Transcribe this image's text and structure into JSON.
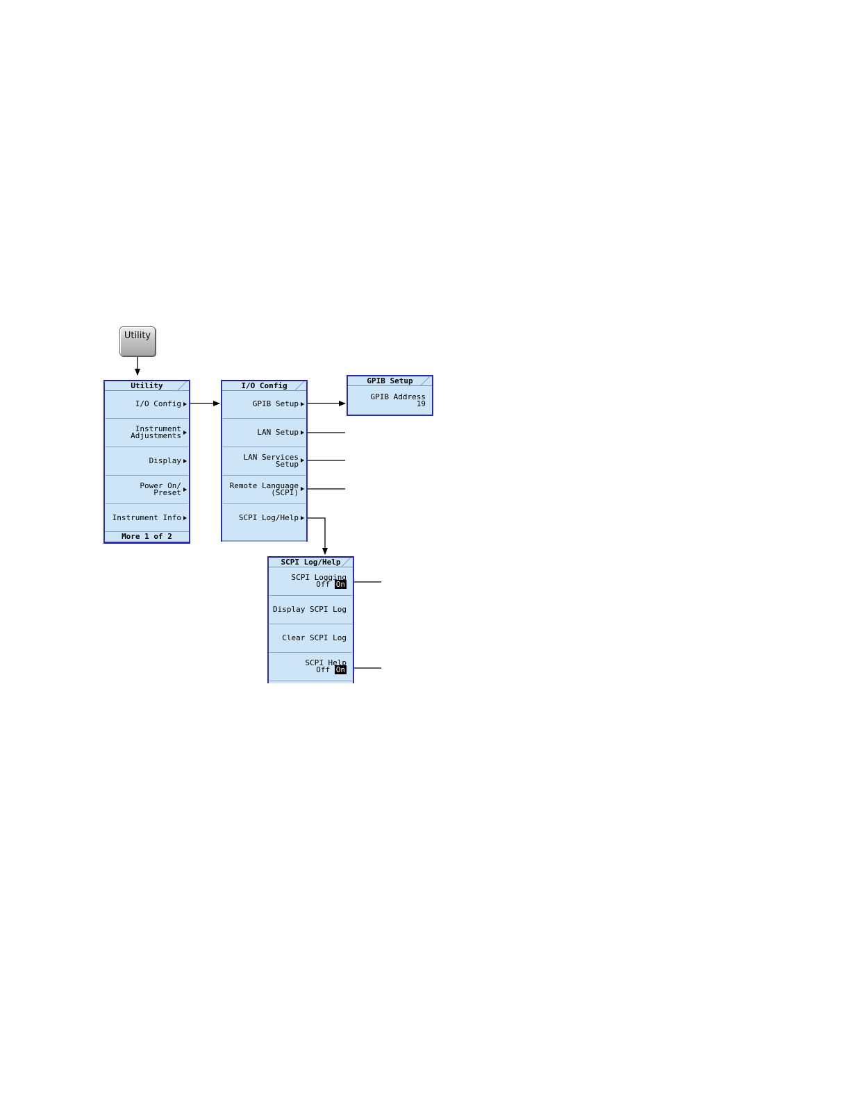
{
  "hardkey": {
    "label": "Utility"
  },
  "utility_menu": {
    "title": "Utility",
    "items": [
      "I/O Config",
      "Instrument\nAdjustments",
      "Display",
      "Power On/\nPreset",
      "Instrument Info"
    ],
    "footer": "More 1 of 2"
  },
  "io_menu": {
    "title": "I/O Config",
    "items": [
      "GPIB Setup",
      "LAN Setup",
      "LAN Services\nSetup",
      "Remote Language\n(SCPI)",
      "SCPI Log/Help"
    ]
  },
  "gpib_menu": {
    "title": "GPIB Setup",
    "item_label": "GPIB Address",
    "item_value": "19"
  },
  "scpi_menu": {
    "title": "SCPI Log/Help",
    "logging_label": "SCPI Logging",
    "logging_off": "Off",
    "logging_on": "On",
    "display_log": "Display SCPI Log",
    "clear_log": "Clear SCPI Log",
    "help_label": "SCPI Help",
    "help_off": "Off",
    "help_on": "On"
  },
  "colors": {
    "softkey_bg": "#cde5f6",
    "menu_border": "#2b2bb8",
    "highlight": "#000000"
  }
}
